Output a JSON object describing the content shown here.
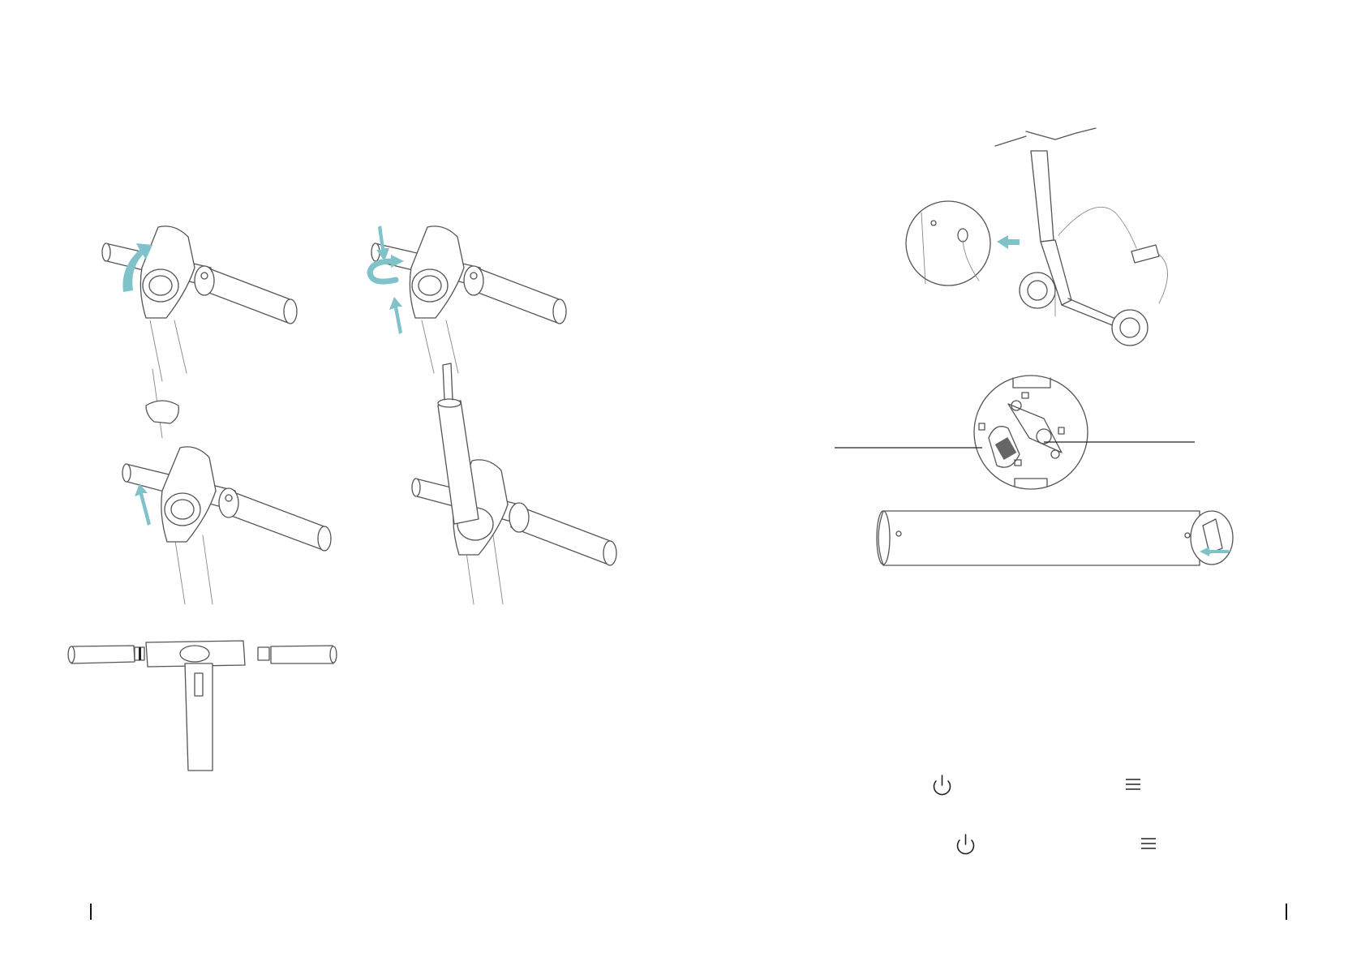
{
  "document": {
    "pages": [
      {
        "side": "left",
        "content": "handlebar-assembly-illustrations"
      },
      {
        "side": "right",
        "content": "charging-and-battery-illustrations"
      }
    ]
  },
  "colors": {
    "accent": "#7fc2c9",
    "line_art": "#555555",
    "background": "#ffffff"
  },
  "icons": {
    "power": "power-icon",
    "menu": "menu-icon"
  },
  "icon_rows": [
    {
      "left": "power-icon",
      "right": "menu-icon"
    },
    {
      "left": "power-icon",
      "right": "menu-icon"
    }
  ]
}
